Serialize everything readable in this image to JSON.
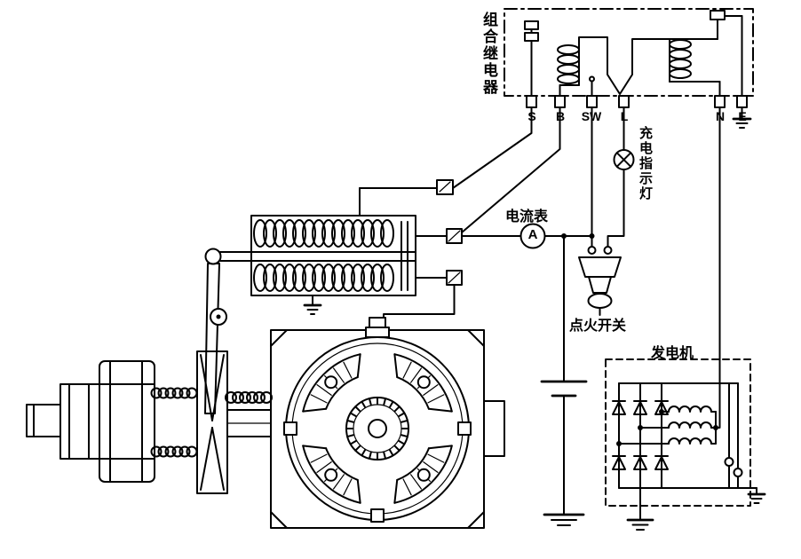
{
  "labels": {
    "relay_box": "组合继电器",
    "charge_lamp": "充电指示灯",
    "ammeter": "电流表",
    "ammeter_symbol": "A",
    "ignition_switch": "点火开关",
    "generator": "发电机",
    "terminals": [
      "S",
      "B",
      "SW",
      "L",
      "N",
      "E"
    ]
  },
  "colors": {
    "ink": "#000000",
    "paper": "#ffffff"
  }
}
